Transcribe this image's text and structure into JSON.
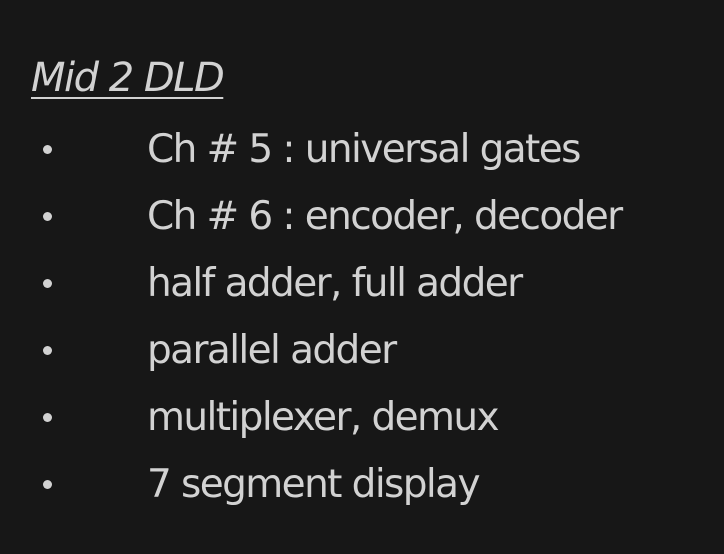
{
  "note": {
    "title": "Mid 2 DLD",
    "items": [
      {
        "text": "Ch # 5 : universal gates"
      },
      {
        "text": "Ch # 6 : encoder, decoder"
      },
      {
        "text": "half adder, full adder"
      },
      {
        "text": "parallel adder"
      },
      {
        "text": "multiplexer, demux"
      },
      {
        "text": "7 segment display"
      }
    ]
  }
}
